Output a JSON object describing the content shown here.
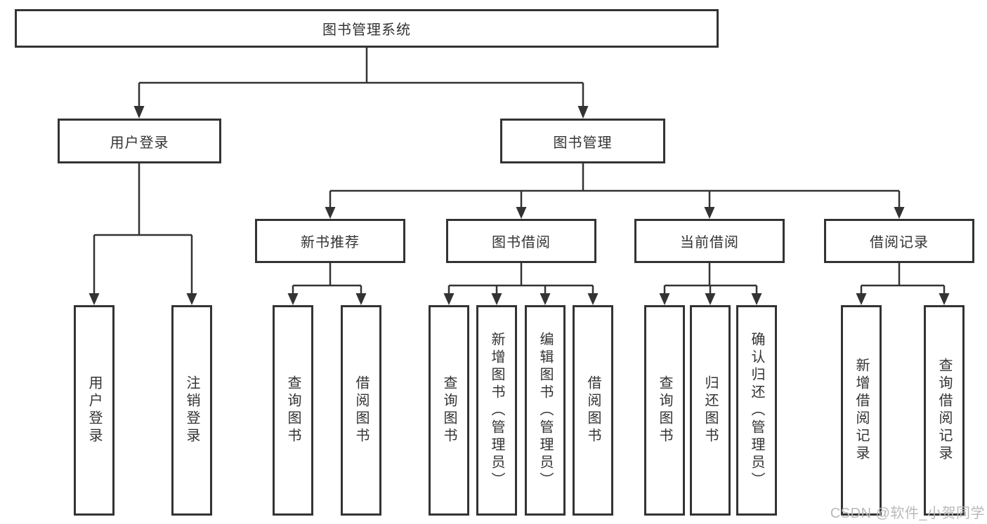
{
  "diagram": {
    "type": "hierarchy-tree",
    "root": {
      "label": "图书管理系统",
      "children": [
        {
          "label": "用户登录",
          "children": [
            {
              "label": "用户登录"
            },
            {
              "label": "注销登录"
            }
          ]
        },
        {
          "label": "图书管理",
          "children": [
            {
              "label": "新书推荐",
              "children": [
                {
                  "label": "查询图书"
                },
                {
                  "label": "借阅图书"
                }
              ]
            },
            {
              "label": "图书借阅",
              "children": [
                {
                  "label": "查询图书"
                },
                {
                  "label": "新增图书（管理员）"
                },
                {
                  "label": "编辑图书（管理员）"
                },
                {
                  "label": "借阅图书"
                }
              ]
            },
            {
              "label": "当前借阅",
              "children": [
                {
                  "label": "查询图书"
                },
                {
                  "label": "归还图书"
                },
                {
                  "label": "确认归还（管理员）"
                }
              ]
            },
            {
              "label": "借阅记录",
              "children": [
                {
                  "label": "新增借阅记录"
                },
                {
                  "label": "查询借阅记录"
                }
              ]
            }
          ]
        }
      ]
    }
  },
  "watermark": {
    "text": "CSDN @软件_小贺同学",
    "color": "#b9b9b9"
  },
  "colors": {
    "line": "#333333",
    "text": "#333333",
    "background": "#ffffff"
  }
}
